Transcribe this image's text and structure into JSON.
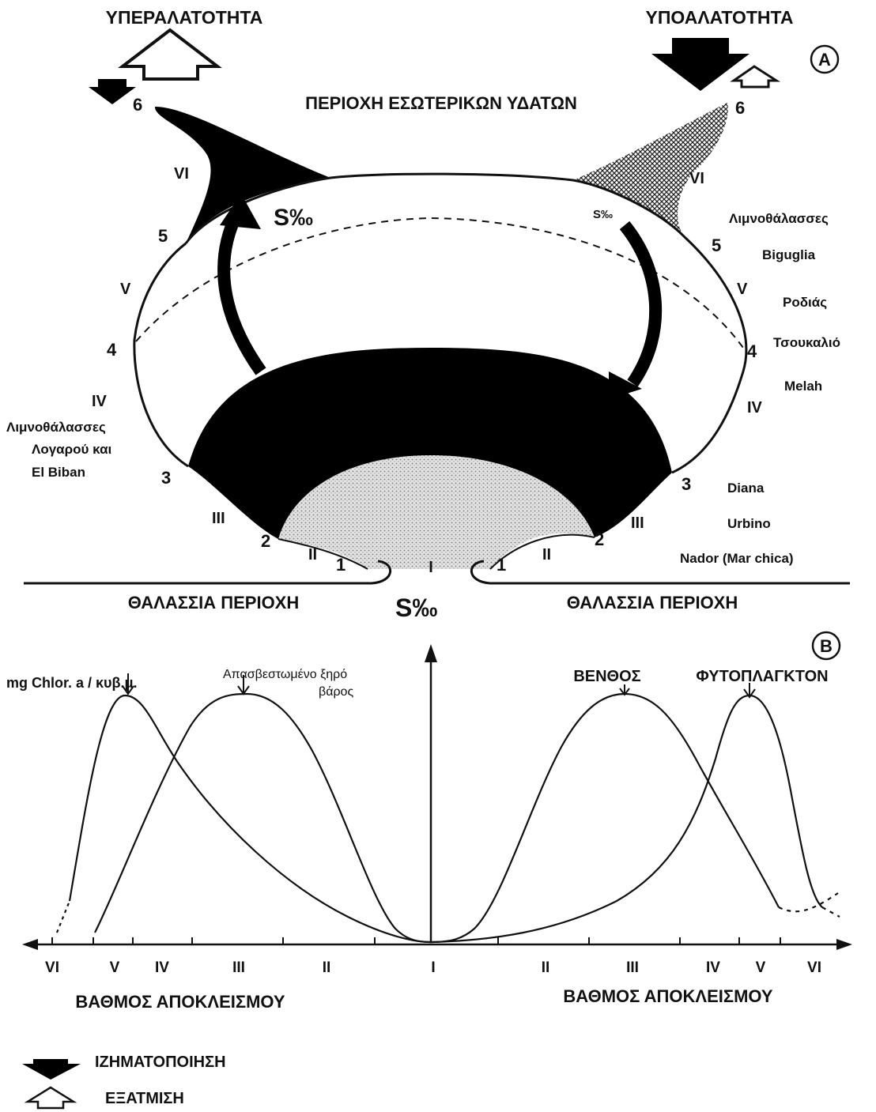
{
  "panel_a": {
    "panel_label": "A",
    "top_left_title": "ΥΠΕΡΑΛΑΤΟΤΗΤΑ",
    "top_right_title": "ΥΠΟΑΛΑΤΟΤΗΤΑ",
    "inner_waters_label": "ΠΕΡΙΟΧΗ ΕΣΩΤΕΡΙΚΩΝ ΥΔΑΤΩΝ",
    "marine_left": "ΘΑΛΑΣΣΙΑ ΠΕΡΙΟΧΗ",
    "marine_right": "ΘΑΛΑΣΣΙΑ ΠΕΡΙΟΧΗ",
    "salinity_left": "S‰",
    "salinity_right": "S‰",
    "salinity_bottom": "S‰",
    "boundary_numbers": [
      "1",
      "2",
      "3",
      "4",
      "5",
      "6"
    ],
    "zone_numerals": [
      "I",
      "II",
      "III",
      "IV",
      "V",
      "VI"
    ],
    "left_lagoon_note": [
      "Λιμνοθάλασσες",
      "Λογαρού και",
      "El Biban"
    ],
    "right_lagoons": [
      "Λιμνοθάλασσες",
      "Biguglia",
      "Ροδιάς",
      "Τσουκαλιό",
      "Melah",
      "Diana",
      "Urbino",
      "Nador (Mar chica)"
    ]
  },
  "panel_b": {
    "panel_label": "B",
    "curve_labels": {
      "chlor": "mg Chlor. a / κυβ.μ.",
      "dry_weight_1": "Απασβεστωμένο ξηρό",
      "dry_weight_2": "βάρος",
      "benthos": "ΒΕΝΘΟΣ",
      "phyto": "ΦΥΤΟΠΛΑΓΚΤΟΝ"
    },
    "axis_title_left": "ΒΑΘΜΟΣ ΑΠΟΚΛΕΙΣΜΟΥ",
    "axis_title_right": "ΒΑΘΜΟΣ ΑΠΟΚΛΕΙΣΜΟΥ",
    "axis_ticks_left": [
      "VI",
      "V",
      "IV",
      "III",
      "II"
    ],
    "axis_center": "I",
    "axis_ticks_right": [
      "II",
      "III",
      "IV",
      "V",
      "VI"
    ]
  },
  "legend": [
    {
      "icon": "filled-arrow-down-icon",
      "label": "ΙΖΗΜΑΤΟΠΟΙΗΣΗ"
    },
    {
      "icon": "hollow-arrow-up-icon",
      "label": "ΕΞΑΤΜΙΣΗ"
    }
  ]
}
